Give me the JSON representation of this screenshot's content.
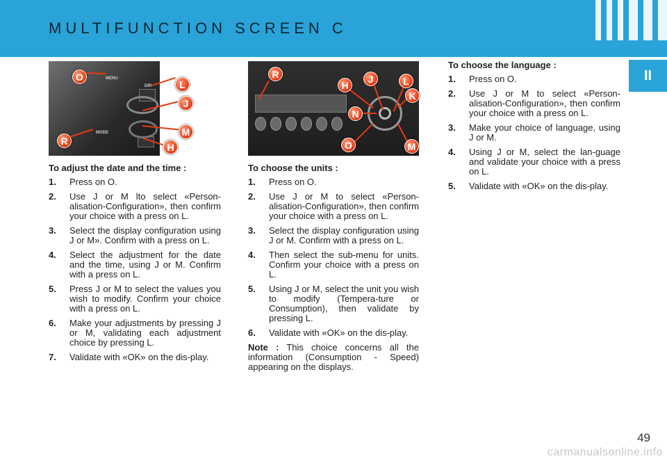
{
  "header": {
    "title": "MULTIFUNCTION SCREEN C"
  },
  "section_tab": "II",
  "photo_left": {
    "labels": [
      "MENU",
      "MODE",
      "DIR"
    ],
    "markers": [
      "O",
      "L",
      "J",
      "M",
      "R",
      "H"
    ]
  },
  "photo_right": {
    "markers": [
      "R",
      "H",
      "J",
      "L",
      "K",
      "N",
      "O",
      "M"
    ]
  },
  "col1": {
    "heading": "To adjust the date and the time :",
    "steps": [
      {
        "n": "1.",
        "text": "Press on O."
      },
      {
        "n": "2.",
        "text": "Use J or M lto select «Person-alisation-Configuration», then confirm your choice with a press on L."
      },
      {
        "n": "3.",
        "text": "Select the display configuration using J or M». Confirm with a press on L."
      },
      {
        "n": "4.",
        "text": "Select the adjustment for the date and the time, using J or M. Confirm with a press on L."
      },
      {
        "n": "5.",
        "text": "Press J or M to select the values you wish to modify. Confirm your choice with a press on L."
      },
      {
        "n": "6.",
        "text": "Make your adjustments by pressing J or M, validating each adjustment choice by pressing L."
      },
      {
        "n": "7.",
        "text": "Validate with «OK» on the dis-play."
      }
    ]
  },
  "col2": {
    "heading": "To choose the units :",
    "steps": [
      {
        "n": "1.",
        "text": "Press on O."
      },
      {
        "n": "2.",
        "text": "Use J or M to select «Person-alisation-Configuration», then confirm your choice with a press on L."
      },
      {
        "n": "3.",
        "text": "Select the display configuration using J or M. Confirm with a press on L."
      },
      {
        "n": "4.",
        "text": "Then select the sub-menu for units. Confirm your choice with a press on L."
      },
      {
        "n": "5.",
        "text": "Using J or M, select the unit you wish to modify (Tempera-ture or Consumption), then validate by pressing L."
      },
      {
        "n": "6.",
        "text": "Validate with «OK» on the dis-play."
      }
    ],
    "note_label": "Note :",
    "note_text": "This choice concerns all the information (Consumption - Speed) appearing on the displays."
  },
  "col3": {
    "heading": "To choose the language :",
    "steps": [
      {
        "n": "1.",
        "text": "Press on O."
      },
      {
        "n": "2.",
        "text": "Use J or M to select «Person-alisation-Configuration», then confirm your choice with a press on L."
      },
      {
        "n": "3.",
        "text": "Make your choice of language, using J or M."
      },
      {
        "n": "4.",
        "text": "Using J or M, select the lan-guage and validate your choice with a press on L."
      },
      {
        "n": "5.",
        "text": "Validate with «OK» on the dis-play."
      }
    ]
  },
  "page_number": "49",
  "watermark": "carmanualsonline.info",
  "colors": {
    "accent": "#2aa3d8",
    "marker": "#e63a12"
  }
}
